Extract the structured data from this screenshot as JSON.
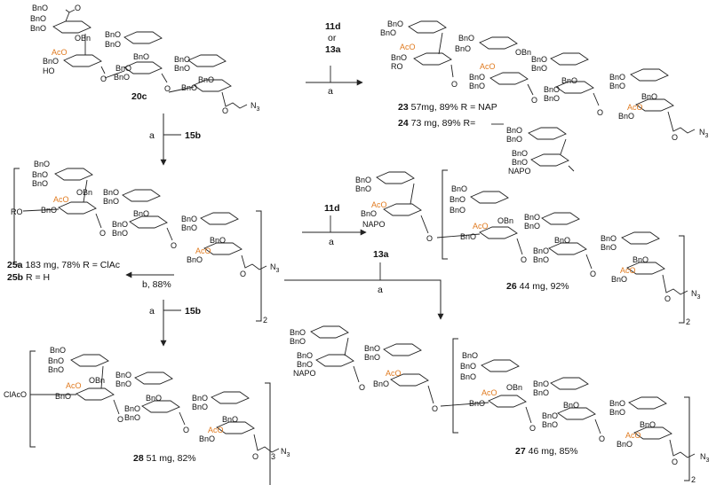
{
  "reagents": {
    "r1_top": "11d",
    "r1_or": "or",
    "r1_bottom": "13a",
    "r1_cond": "a",
    "r2_cond": "a",
    "r2_reagent": "15b",
    "r3_reagent": "11d",
    "r3_cond": "a",
    "r4_reagent": "13a",
    "r4_cond": "a",
    "r5_cond": "b, 88%",
    "r6_cond": "a",
    "r6_reagent": "15b"
  },
  "compounds": {
    "c20c": "20c",
    "c23": {
      "id": "23",
      "text": " 57mg, 89% R = NAP"
    },
    "c24": {
      "id": "24",
      "text": " 73 mg, 89% R="
    },
    "c25a": {
      "id": "25a",
      "text": " 183 mg, 78% R = ClAc"
    },
    "c25b": {
      "id": "25b",
      "text": " R = H"
    },
    "c26": {
      "id": "26",
      "text": " 44 mg, 92%"
    },
    "c27": {
      "id": "27",
      "text": " 46 mg, 85%"
    },
    "c28": {
      "id": "28",
      "text": " 51 mg, 82%"
    }
  },
  "groups": {
    "bno": "BnO",
    "obn": "OBn",
    "bno_ester": "BnO",
    "aco": "AcO",
    "ho": "HO",
    "ro": "RO",
    "naPo": "NAPO",
    "clac": "ClAcO",
    "o": "O",
    "n3": "N",
    "n3_sub": "3",
    "sub2": "2",
    "sub3": "3"
  },
  "colors": {
    "acetyl": "#e07a1f",
    "ink": "#111111"
  }
}
